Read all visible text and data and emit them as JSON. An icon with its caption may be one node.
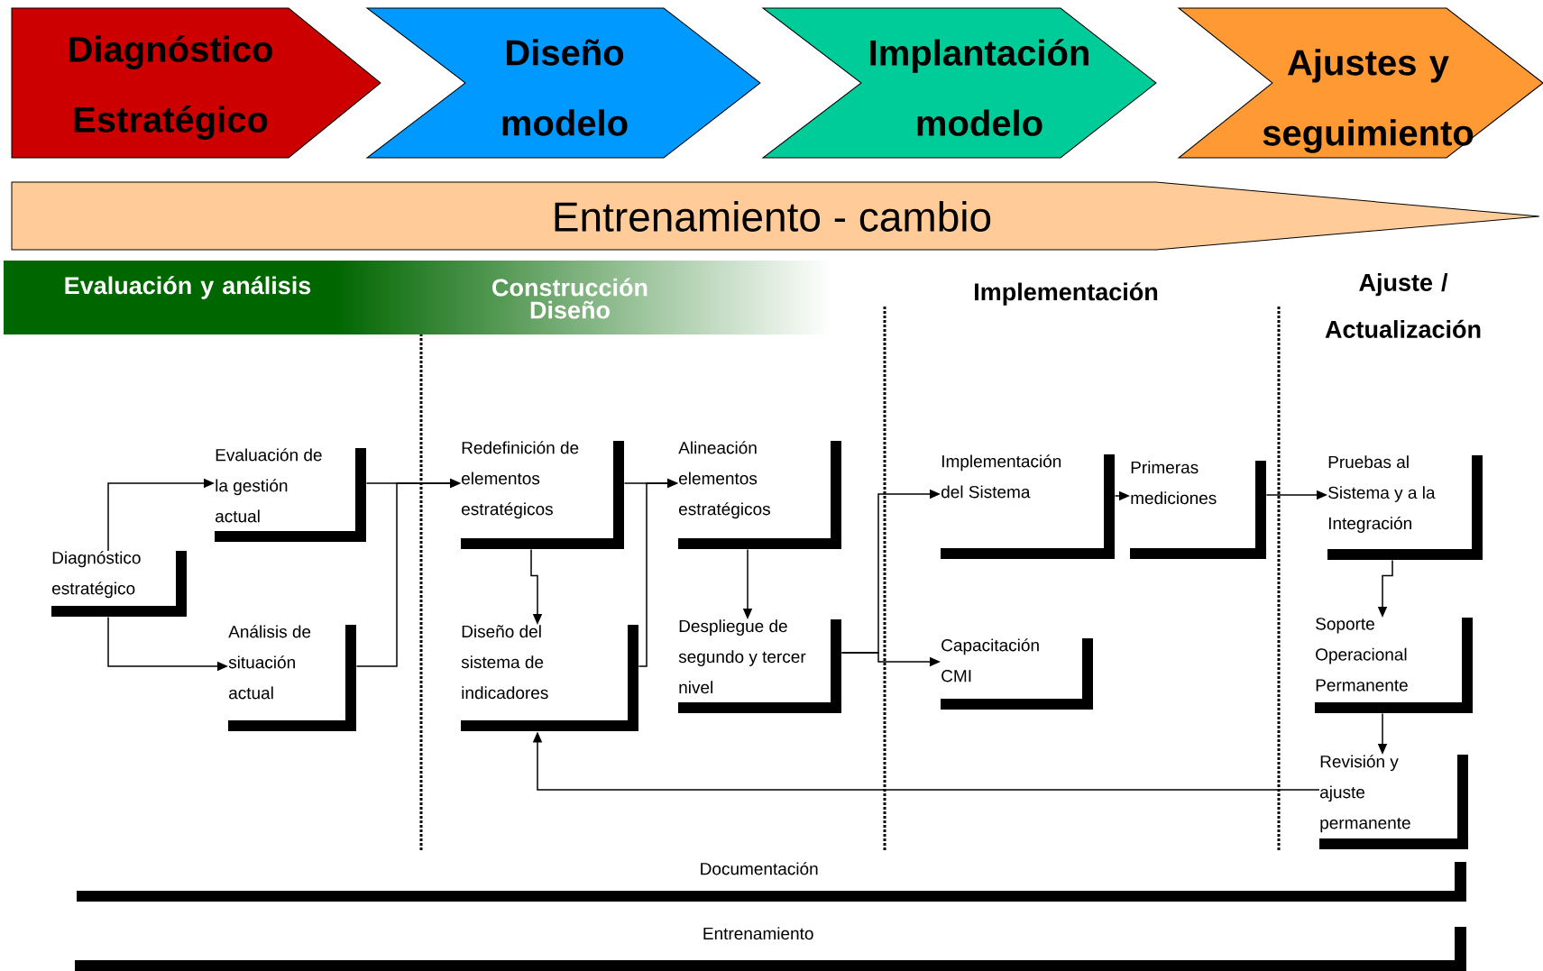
{
  "diagram": {
    "nodes": [
      {
        "text": [
          "Diagnóstico Estratégico"
        ]
      },
      {
        "text": [
          "Diseño modelo"
        ]
      },
      {
        "text": [
          "Implantación modelo"
        ]
      },
      {
        "text": [
          "Ajustes y seguimiento"
        ]
      },
      {
        "text": [
          "Entrenamiento - cambio"
        ]
      },
      {
        "text": [
          "Evaluación y análisis",
          "Construcción Diseño"
        ]
      },
      {
        "text": [
          "Diagnóstico estratégico"
        ]
      },
      {
        "text": [
          "Evaluación de la gestión actual"
        ]
      },
      {
        "text": [
          "Análisis de situación actual"
        ]
      },
      {
        "text": [
          "Redefinición de elementos estratégicos"
        ]
      },
      {
        "text": [
          "Diseño del sistema de indicadores"
        ]
      },
      {
        "text": [
          "Alineación elementos estratégicos"
        ]
      },
      {
        "text": [
          "Despliegue de segundo y tercer nivel"
        ]
      },
      {
        "text": [
          "Implementación del Sistema"
        ]
      },
      {
        "text": [
          "Primeras mediciones"
        ]
      },
      {
        "text": [
          "Capacitación CMI"
        ]
      },
      {
        "text": [
          "Pruebas al Sistema y a la Integración"
        ]
      },
      {
        "text": [
          "Soporte Operacional Permanente"
        ]
      },
      {
        "text": [
          "Revisión y ajuste permanente"
        ]
      },
      {
        "text": [
          "Documentación"
        ]
      },
      {
        "text": [
          "Entrenamiento"
        ]
      }
    ],
    "edges": [
      {
        "from": 6,
        "to": 7,
        "arrow": "to"
      },
      {
        "from": 6,
        "to": 8,
        "arrow": "to"
      },
      {
        "from": 7,
        "to": 9,
        "arrow": "to"
      },
      {
        "from": 8,
        "to": 9,
        "arrow": "to"
      },
      {
        "from": 9,
        "to": 10,
        "arrow": "to"
      },
      {
        "from": 9,
        "to": 11,
        "arrow": "to"
      },
      {
        "from": 10,
        "to": 11,
        "arrow": "to"
      },
      {
        "from": 11,
        "to": 12,
        "arrow": "to"
      },
      {
        "from": 12,
        "to": 13,
        "arrow": "to"
      },
      {
        "from": 12,
        "to": 15,
        "arrow": "to"
      },
      {
        "from": 13,
        "to": 14,
        "arrow": "to"
      },
      {
        "from": 14,
        "to": 16,
        "arrow": "to"
      },
      {
        "from": 16,
        "to": 17,
        "arrow": "to"
      },
      {
        "from": 17,
        "to": 18,
        "arrow": "to"
      },
      {
        "from": 18,
        "to": 10,
        "arrow": "to"
      }
    ],
    "labels": [
      "Implementación",
      "Ajuste / Actualización"
    ]
  }
}
